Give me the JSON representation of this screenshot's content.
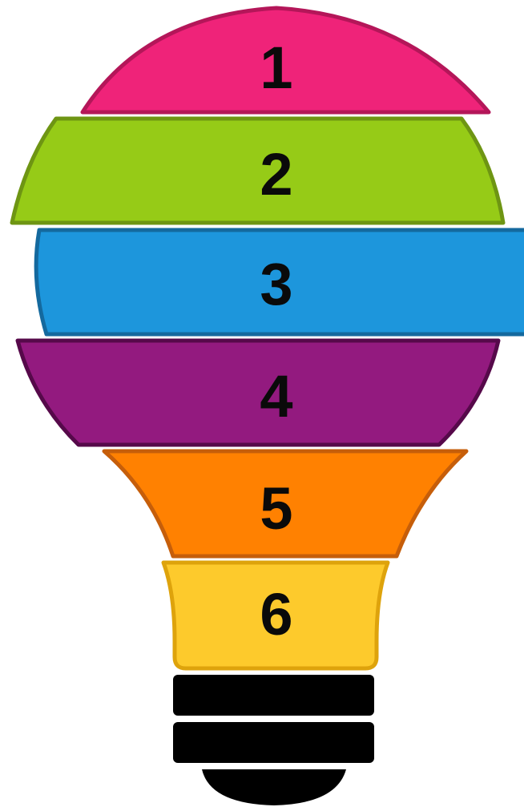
{
  "bulb": {
    "segments": [
      {
        "label": "1",
        "fill": "#ef2379",
        "stroke": "#b41659"
      },
      {
        "label": "2",
        "fill": "#96cb17",
        "stroke": "#6e9513"
      },
      {
        "label": "3",
        "fill": "#1d96dc",
        "stroke": "#14699e"
      },
      {
        "label": "4",
        "fill": "#931a7f",
        "stroke": "#56094a"
      },
      {
        "label": "5",
        "fill": "#ff8101",
        "stroke": "#c65e0a"
      },
      {
        "label": "6",
        "fill": "#fdca2c",
        "stroke": "#dea30c"
      }
    ],
    "base_color": "#000000"
  }
}
